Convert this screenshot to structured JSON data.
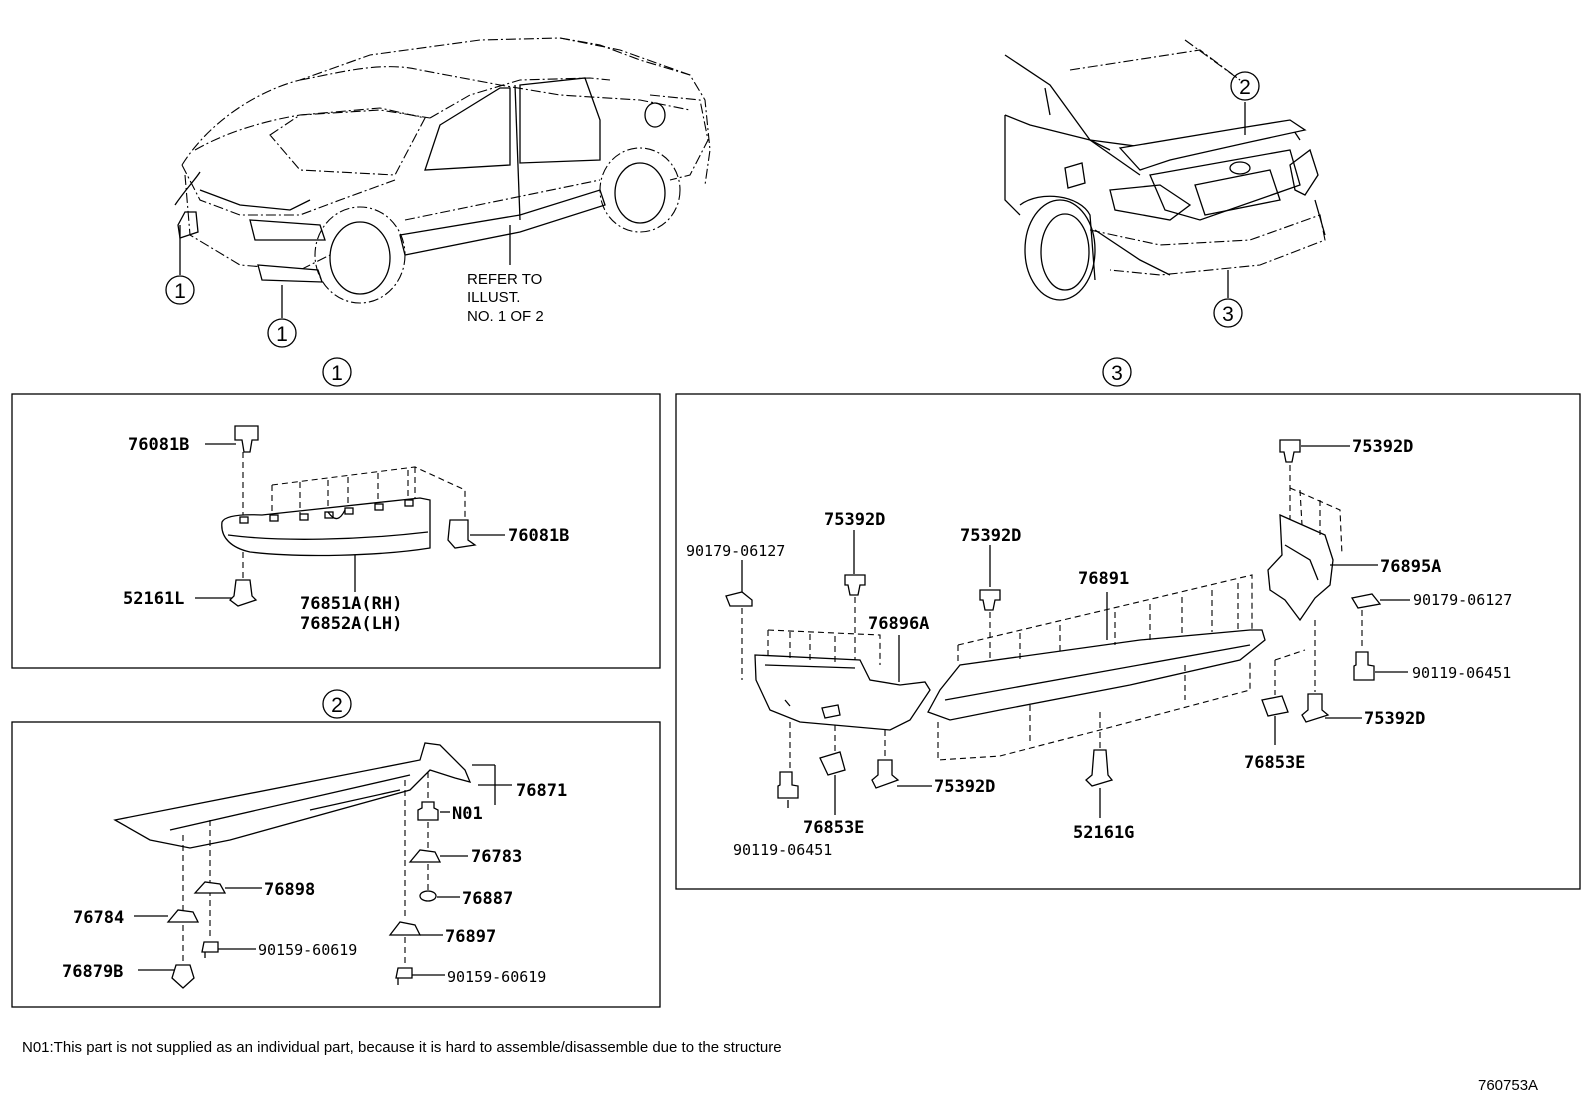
{
  "callouts": {
    "front_lower_left": "1",
    "front_lower": "1",
    "rear_spoiler": "2",
    "rear_bumper": "3",
    "panel1_header": "1",
    "panel2_header": "2",
    "panel3_header": "3"
  },
  "refer_note": {
    "line1": "REFER TO",
    "line2": "ILLUST.",
    "line3": "NO. 1 OF 2"
  },
  "panel1": {
    "labels": {
      "clip_top": "76081B",
      "clip_right": "76081B",
      "rivet": "52161L",
      "part_rh": "76851A(RH)",
      "part_lh": "76852A(LH)"
    }
  },
  "panel2": {
    "labels": {
      "spoiler": "76871",
      "n01": "N01",
      "pad_76783": "76783",
      "pad_76898": "76898",
      "washer_76887": "76887",
      "pad_76784": "76784",
      "pad_76897": "76897",
      "bolt_left": "90159-60619",
      "bolt_right": "90159-60619",
      "grommet": "76879B"
    }
  },
  "panel3": {
    "labels": {
      "nut_left": "90179-06127",
      "clip_left_top": "75392D",
      "clip_mid_top": "75392D",
      "clip_right_top": "75392D",
      "extension_center": "76891",
      "extension_right": "76895A",
      "nut_right": "90179-06127",
      "bolt_right": "90119-06451",
      "extension_left": "76896A",
      "clip_right_bottom": "75392D",
      "retainer_right": "76853E",
      "clip_bottom_mid": "75392D",
      "retainer_left": "76853E",
      "bolt_left": "90119-06451",
      "rivet_center": "52161G"
    }
  },
  "footer": {
    "note": "N01:This part is not supplied as an individual part, because it is hard to assemble/disassemble due to the structure",
    "diagram_id": "760753A"
  }
}
